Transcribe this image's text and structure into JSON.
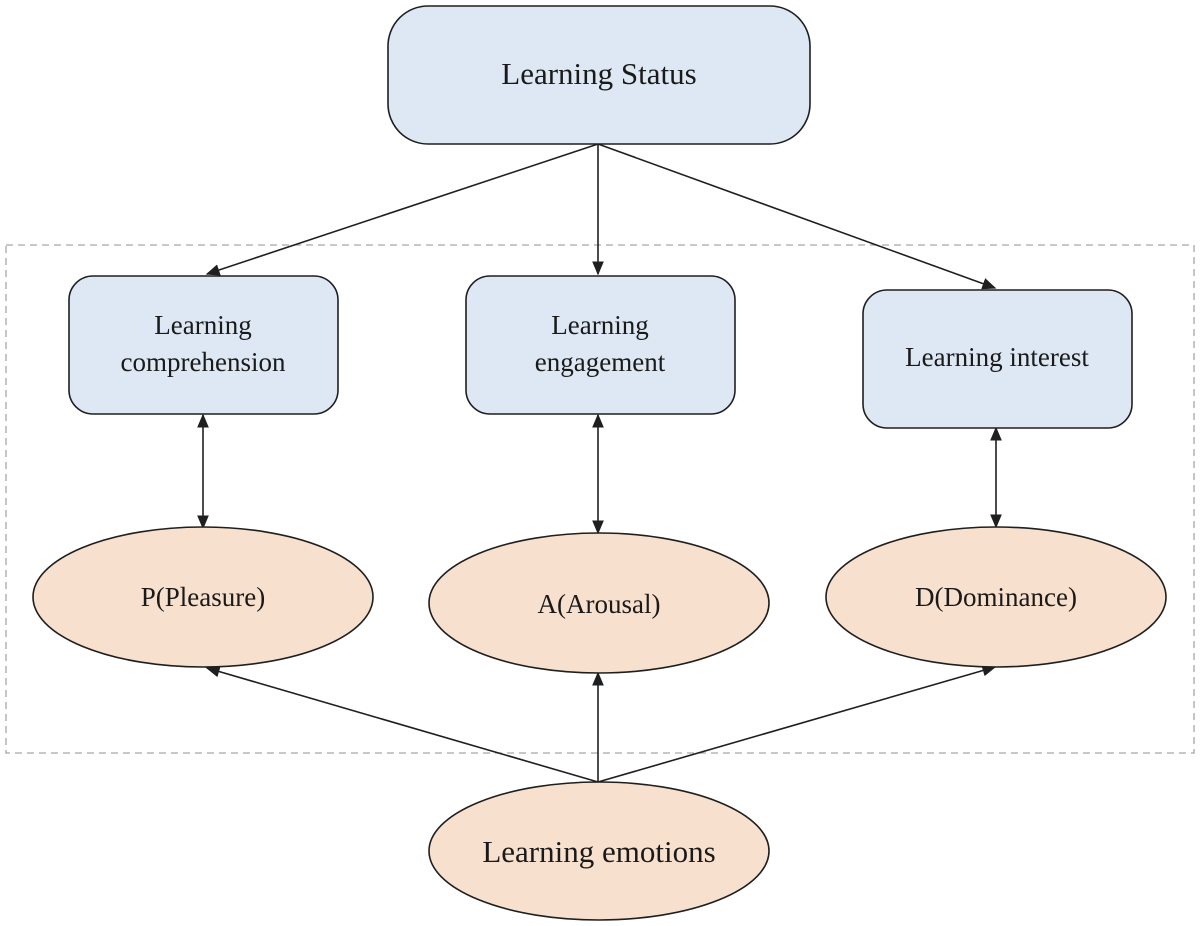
{
  "diagram": {
    "top": {
      "label": "Learning Status"
    },
    "dimensions": [
      {
        "label_lines": [
          "Learning",
          "comprehension"
        ]
      },
      {
        "label_lines": [
          "Learning",
          "engagement"
        ]
      },
      {
        "label_lines": [
          "Learning interest"
        ]
      }
    ],
    "emotions": [
      {
        "label": "P(Pleasure)"
      },
      {
        "label": "A(Arousal)"
      },
      {
        "label": "D(Dominance)"
      }
    ],
    "bottom": {
      "label": "Learning emotions"
    },
    "colors": {
      "box_fill": "#dde8f4",
      "ellipse_fill": "#f8e0ce",
      "stroke": "#1f1f1f",
      "dashed_frame": "#a6a6a6"
    }
  }
}
